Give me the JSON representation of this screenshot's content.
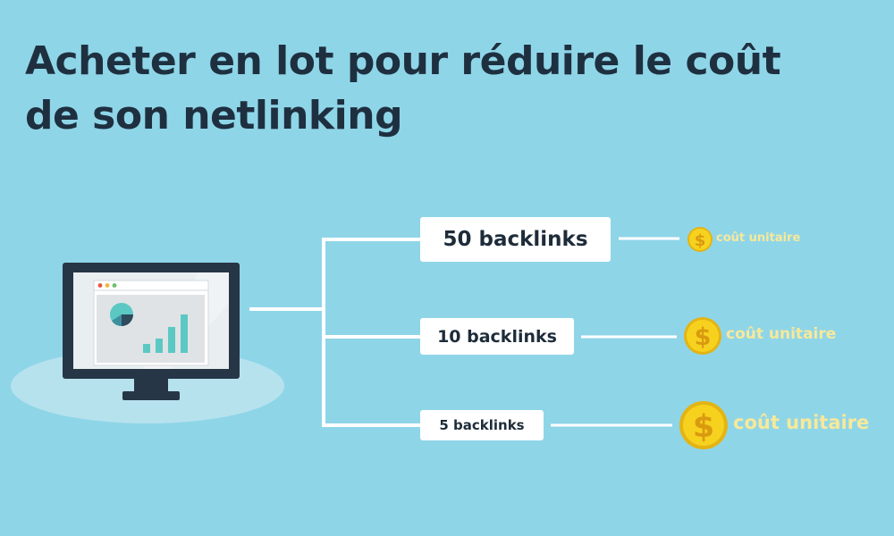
{
  "title": "Acheter en lot pour réduire le coût de son netlinking",
  "colors": {
    "background": "#8fd5e8",
    "title": "#1e3040",
    "connector": "#ffffff",
    "coin": "#f6d21f",
    "coin_rim": "#e3b414",
    "cost_label": "#f7e99a",
    "monitor_frame": "#273646",
    "chart_teal": "#5cc8c4"
  },
  "lots": [
    {
      "label": "50 backlinks",
      "cost_label": "coût unitaire",
      "coin_symbol": "$"
    },
    {
      "label": "10 backlinks",
      "cost_label": "coût unitaire",
      "coin_symbol": "$"
    },
    {
      "label": "5 backlinks",
      "cost_label": "coût unitaire",
      "coin_symbol": "$"
    }
  ],
  "icons": {
    "computer": "monitor-icon",
    "pie": "pie-chart-icon",
    "bars": "bar-chart-icon",
    "coin": "dollar-coin-icon"
  }
}
